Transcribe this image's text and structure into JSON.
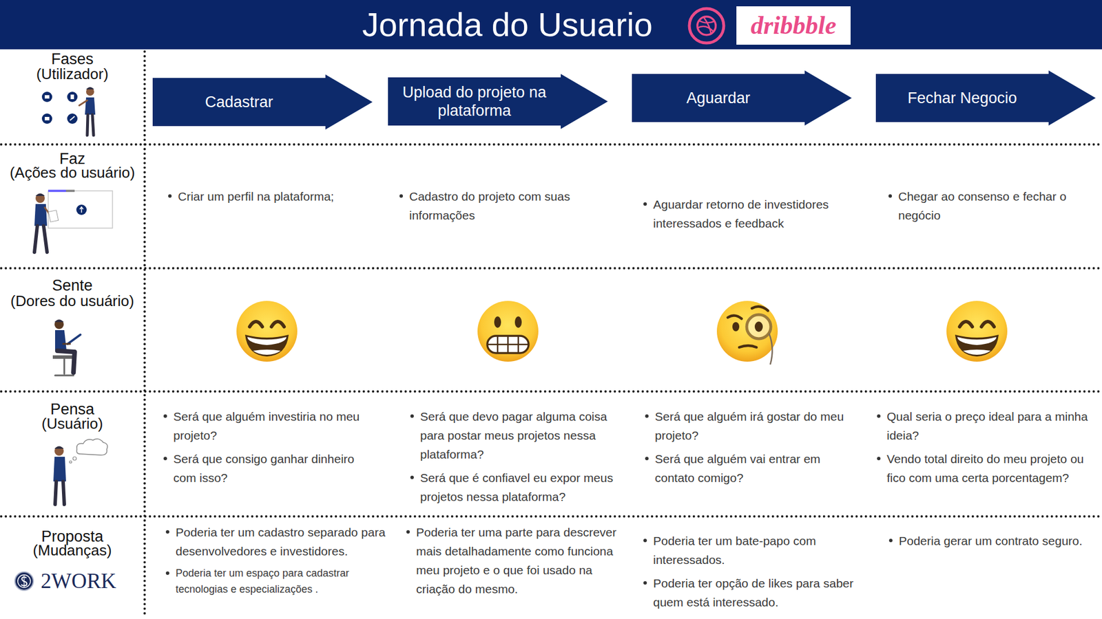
{
  "diagram": {
    "title": "Jornada do Usuario",
    "nodes": [
      {
        "text": [
          "Cadastrar"
        ]
      },
      {
        "text": [
          "Upload do projeto na plataforma"
        ]
      },
      {
        "text": [
          "Aguardar"
        ]
      },
      {
        "text": [
          "Fechar Negocio"
        ]
      }
    ],
    "labels": [
      "Fases",
      "(Utilizador)",
      "Faz",
      "(Ações do usuário)",
      "Sente",
      "(Dores do usuário)",
      "Pensa",
      "(Usuário)",
      "Proposta",
      "(Mudanças)",
      "2WORK",
      "dribbble",
      "Criar um perfil na plataforma;",
      "Cadastro do projeto com suas informações",
      "Aguardar retorno de investidores interessados e feedback",
      "Chegar ao consenso e fechar o negócio",
      "Será que alguém investiria no meu projeto?",
      "Será que consigo ganhar dinheiro com isso?",
      "Será que devo pagar alguma coisa para postar meus projetos nessa plataforma?",
      "Será que é confiavel eu expor meus projetos nessa plataforma?",
      "Será que alguém irá gostar do meu projeto?",
      "Será que alguém vai entrar em contato comigo?",
      "Qual seria o preço ideal para a minha ideia?",
      "Vendo total direito do meu projeto ou fico com uma certa porcentagem?",
      "Poderia ter um cadastro separado para desenvolvedores e investidores.",
      "Poderia ter um espaço para cadastrar tecnologias e especializações .",
      "Poderia ter uma parte para descrever mais detalhadamente como funciona meu projeto e o que foi usado na criação do mesmo.",
      "Poderia ter um bate-papo com interessados.",
      "Poderia ter opção de likes para saber quem está interessado.",
      "Poderia gerar um contrato seguro."
    ]
  }
}
